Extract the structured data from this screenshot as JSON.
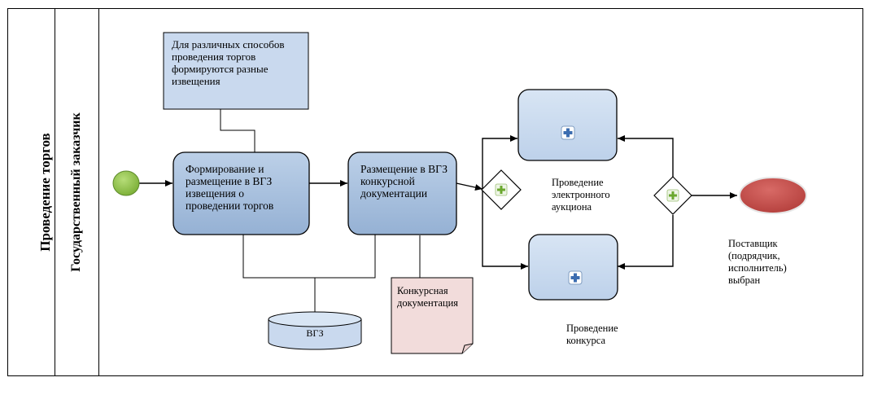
{
  "pool": {
    "label": "Проведение торгов"
  },
  "lane": {
    "label": "Государственный заказчик"
  },
  "annotation": {
    "text": "Для различных способов проведения торгов формируются разные извещения"
  },
  "tasks": {
    "form_notice": "Формирование и размещение в ВГЗ извещения о проведении торгов",
    "publish_docs": "Размещение в ВГЗ конкурсной документации",
    "electronic_auction": "Проведение электронного аукциона",
    "tender": "Проведение конкурса"
  },
  "data_store": {
    "label": "ВГЗ"
  },
  "document": {
    "label": "Конкурсная документация"
  },
  "end_event": {
    "label": "Поставщик (подрядчик, исполнитель) выбран"
  },
  "colors": {
    "task_fill": "#a9c2df",
    "subprocess_fill": "#c9d9ee",
    "annotation_fill": "#c9d9ee",
    "document_fill": "#f2dcdb",
    "start_fill": "#8fc046",
    "end_fill": "#c0504d",
    "stroke": "#000000"
  },
  "icons": [
    "plus-icon",
    "gateway-plus-icon"
  ]
}
